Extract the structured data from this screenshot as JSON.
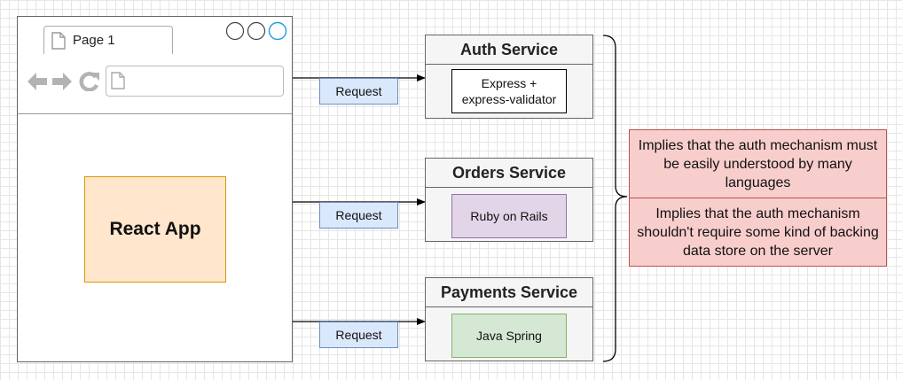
{
  "browser": {
    "tab_title": "Page 1",
    "app_label": "React App"
  },
  "requests": [
    "Request",
    "Request",
    "Request"
  ],
  "services": [
    {
      "title": "Auth Service",
      "tech": "Express +\nexpress-validator"
    },
    {
      "title": "Orders Service",
      "tech": "Ruby on Rails"
    },
    {
      "title": "Payments Service",
      "tech": "Java Spring"
    }
  ],
  "notes": [
    "Implies that the auth mechanism must be easily understood by many languages",
    "Implies that the auth mechanism shouldn't require some kind of backing data store on the server"
  ],
  "colors": {
    "request_fill": "#dae8fc",
    "react_fill": "#ffe6cc",
    "note_fill": "#f8cecc",
    "ruby_fill": "#e1d5e7",
    "java_fill": "#d5e8d4"
  }
}
